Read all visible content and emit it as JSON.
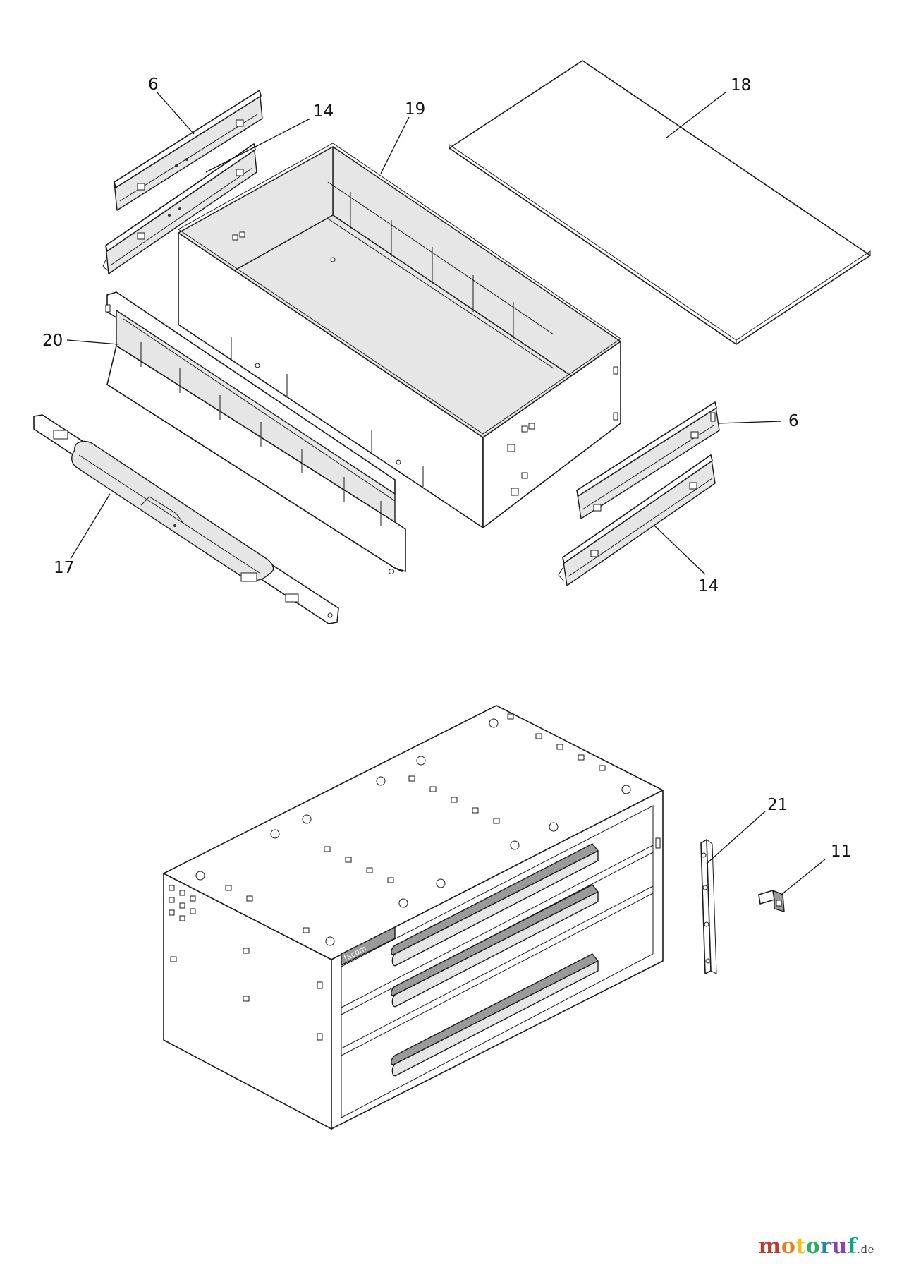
{
  "callouts": {
    "c6a": "6",
    "c14a": "14",
    "c19": "19",
    "c18": "18",
    "c20": "20",
    "c6b": "6",
    "c17": "17",
    "c14b": "14",
    "c21": "21",
    "c11": "11"
  },
  "brand_plate": "facom",
  "watermark": {
    "parts": [
      "m",
      "o",
      "t",
      "o",
      "r",
      "u",
      "f"
    ],
    "domain": ".de"
  }
}
